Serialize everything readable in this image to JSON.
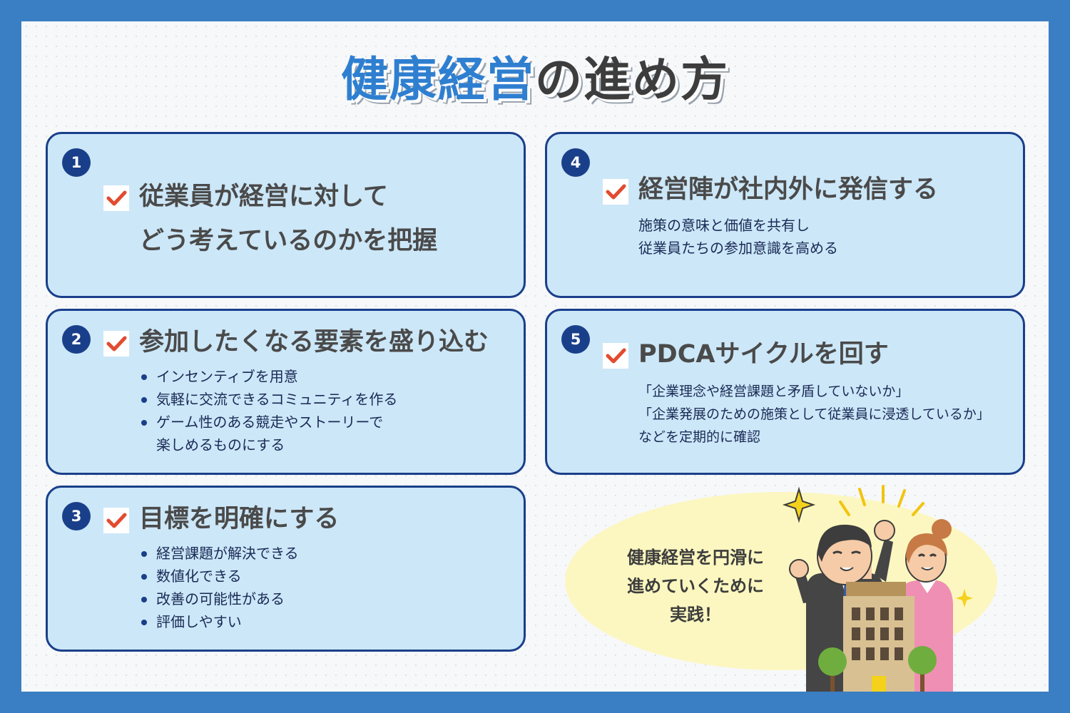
{
  "title": {
    "accent": "健康経営",
    "rest": "の進め方"
  },
  "steps": {
    "s1": {
      "num": "1",
      "head1": "従業員が経営に対して",
      "head2": "どう考えているのかを把握"
    },
    "s2": {
      "num": "2",
      "head": "参加したくなる要素を盛り込む",
      "bullets": [
        "インセンティブを用意",
        "気軽に交流できるコミュニティを作る",
        "ゲーム性のある競走やストーリーで"
      ],
      "bullet3_cont": "楽しめるものにする"
    },
    "s3": {
      "num": "3",
      "head": "目標を明確にする",
      "bullets": [
        "経営課題が解決できる",
        "数値化できる",
        "改善の可能性がある",
        "評価しやすい"
      ]
    },
    "s4": {
      "num": "4",
      "head": "経営陣が社内外に発信する",
      "lines": [
        "施策の意味と価値を共有し",
        "従業員たちの参加意識を高める"
      ]
    },
    "s5": {
      "num": "5",
      "head": "PDCAサイクルを回す",
      "lines": [
        "「企業理念や経営課題と矛盾していないか」",
        "「企業発展のための施策として従業員に浸透しているか」",
        "などを定期的に確認"
      ]
    }
  },
  "bubble": {
    "lines": [
      "健康経営を円滑に",
      "進めていくために",
      "実践！"
    ]
  },
  "colors": {
    "frame": "#3a7fc4",
    "card_bg": "#cce7f8",
    "card_border": "#1a3f8a",
    "check": "#e24b2f",
    "title_accent": "#2f7fd0"
  },
  "icons": {
    "check": "check-icon",
    "illustration": "business-people-building"
  }
}
